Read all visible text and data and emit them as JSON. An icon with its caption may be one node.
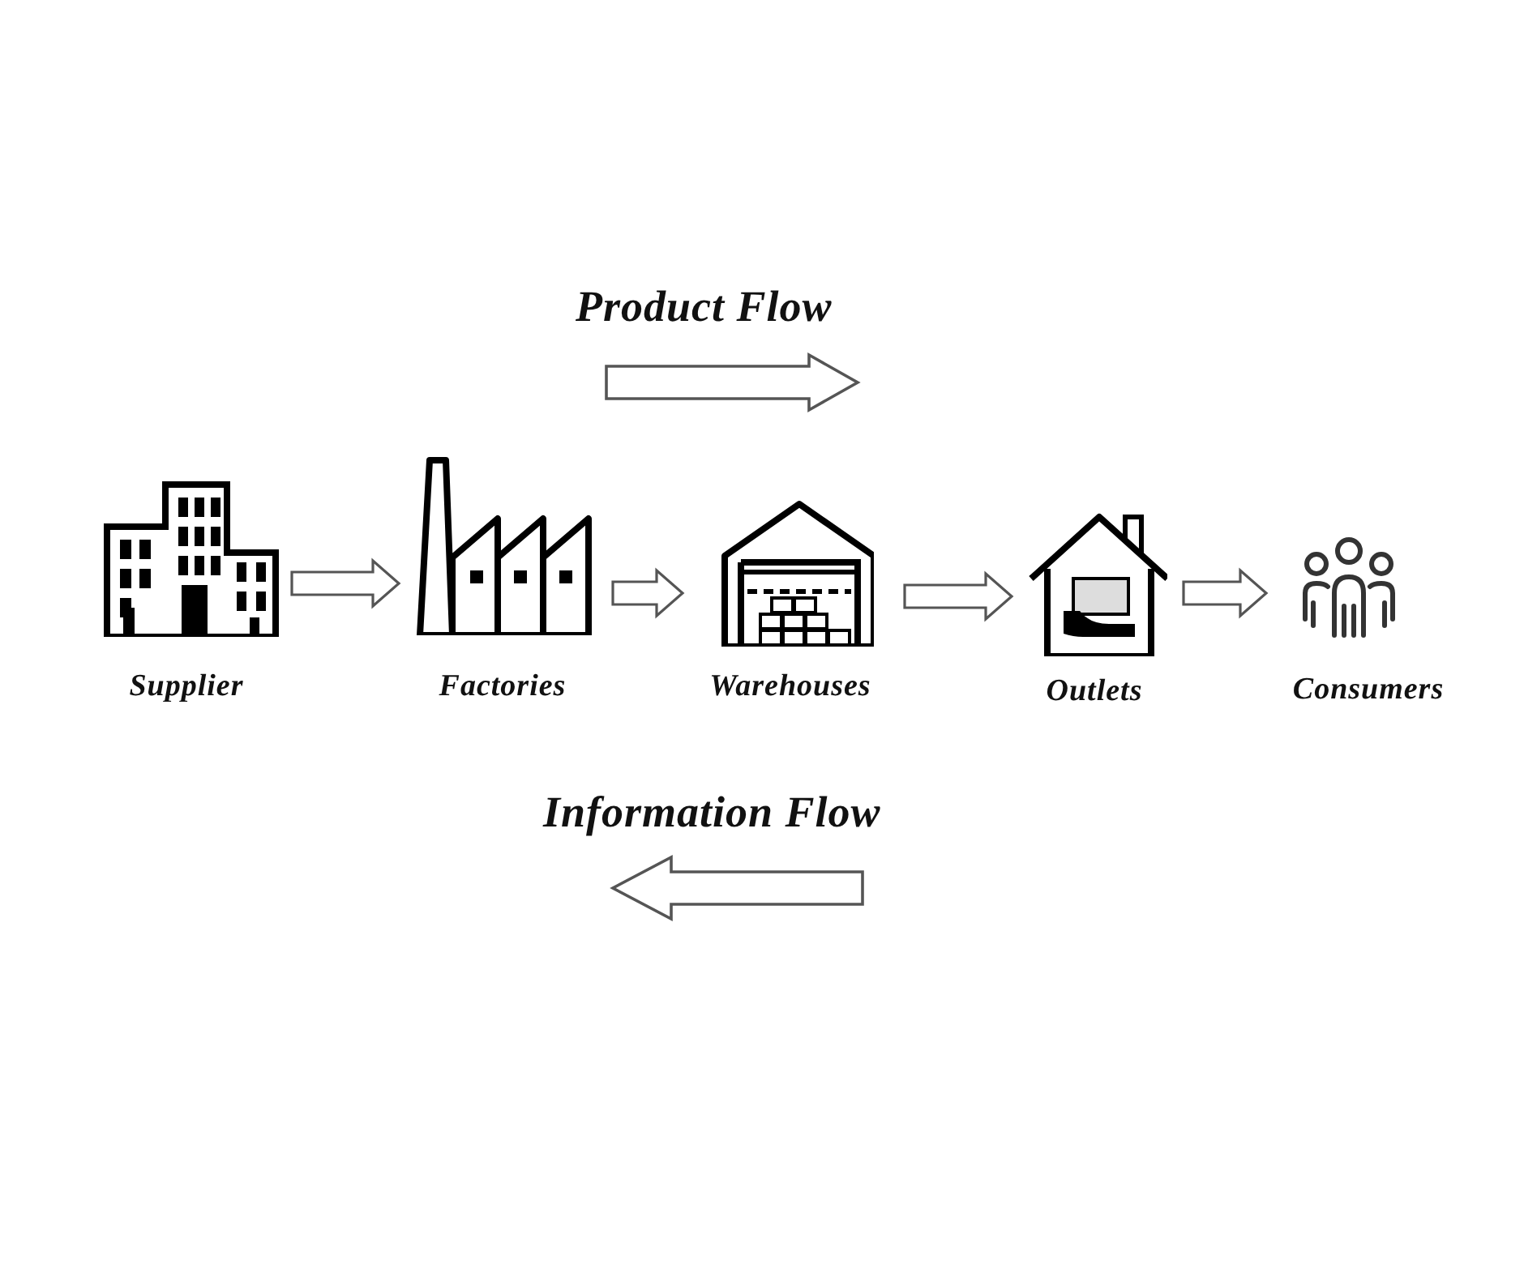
{
  "diagram": {
    "nodes": [
      {
        "text": [
          "Supplier"
        ]
      },
      {
        "text": [
          "Factories"
        ]
      },
      {
        "text": [
          "Warehouses"
        ]
      },
      {
        "text": [
          "Outlets"
        ]
      },
      {
        "text": [
          "Consumers"
        ]
      }
    ],
    "edges": [
      {
        "from": 0,
        "to": 1,
        "arrow": "to"
      },
      {
        "from": 1,
        "to": 2,
        "arrow": "to"
      },
      {
        "from": 2,
        "to": 3,
        "arrow": "to"
      },
      {
        "from": 3,
        "to": 4,
        "arrow": "to"
      }
    ],
    "labels": [
      "Product Flow",
      "Information Flow"
    ]
  }
}
